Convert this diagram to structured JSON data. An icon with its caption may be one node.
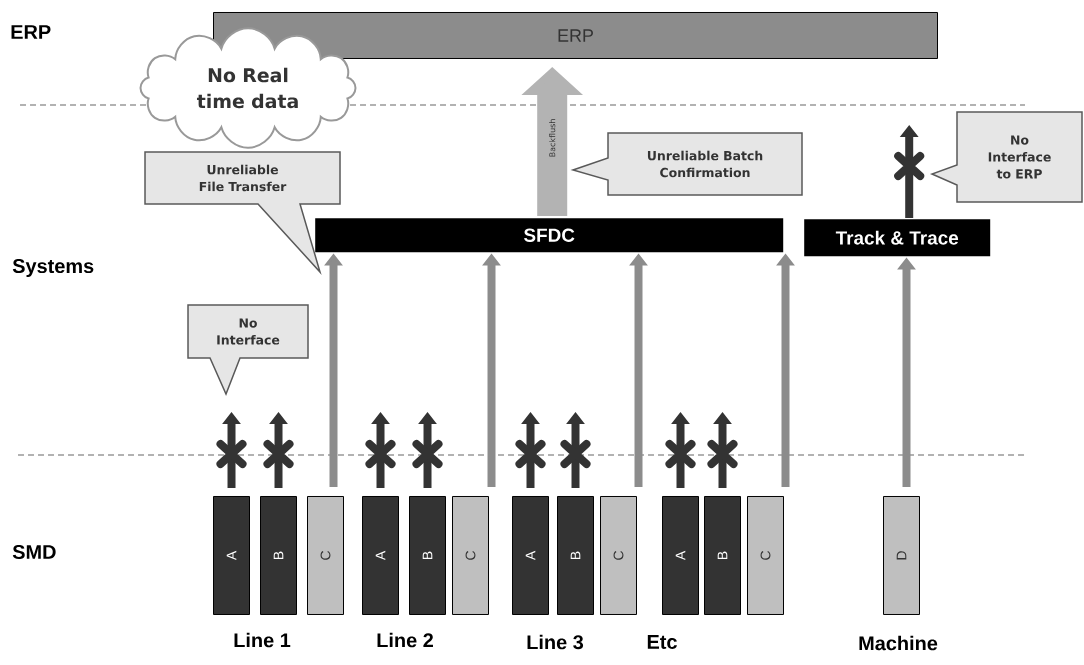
{
  "diagram": {
    "nodes": [
      {
        "text": [
          "ERP"
        ]
      },
      {
        "text": [
          "SFDC"
        ]
      },
      {
        "text": [
          "Track & Trace"
        ]
      },
      {
        "text": [
          "A"
        ]
      },
      {
        "text": [
          "B"
        ]
      },
      {
        "text": [
          "C"
        ]
      },
      {
        "text": [
          "A"
        ]
      },
      {
        "text": [
          "B"
        ]
      },
      {
        "text": [
          "C"
        ]
      },
      {
        "text": [
          "A"
        ]
      },
      {
        "text": [
          "B"
        ]
      },
      {
        "text": [
          "C"
        ]
      },
      {
        "text": [
          "A"
        ]
      },
      {
        "text": [
          "B"
        ]
      },
      {
        "text": [
          "C"
        ]
      },
      {
        "text": [
          "D"
        ]
      },
      {
        "text": [
          "No Real time data"
        ]
      },
      {
        "text": [
          "Unreliable File Transfer"
        ]
      },
      {
        "text": [
          "Unreliable Batch Confirmation"
        ]
      },
      {
        "text": [
          "No Interface"
        ]
      },
      {
        "text": [
          "No Interface to ERP"
        ]
      }
    ],
    "edges": [
      {
        "from": 5,
        "to": 1,
        "arrow": "to",
        "color": "#8c8c8c"
      },
      {
        "from": 8,
        "to": 1,
        "arrow": "to",
        "color": "#8c8c8c"
      },
      {
        "from": 11,
        "to": 1,
        "arrow": "to",
        "color": "#8c8c8c"
      },
      {
        "from": 14,
        "to": 1,
        "arrow": "to",
        "color": "#8c8c8c"
      },
      {
        "from": 15,
        "to": 2,
        "arrow": "to",
        "color": "#8c8c8c"
      },
      {
        "from": 1,
        "to": 0,
        "arrow": "to",
        "label": "Backflush",
        "style": "thick",
        "color": "#b3b3b3"
      },
      {
        "from": 3,
        "to": null,
        "arrow": "to"
      },
      {
        "from": 4,
        "to": null,
        "arrow": "to"
      },
      {
        "from": 6,
        "to": null,
        "arrow": "to"
      },
      {
        "from": 7,
        "to": null,
        "arrow": "to"
      },
      {
        "from": 9,
        "to": null,
        "arrow": "to"
      },
      {
        "from": 10,
        "to": null,
        "arrow": "to"
      },
      {
        "from": 12,
        "to": null,
        "arrow": "to"
      },
      {
        "from": 13,
        "to": null,
        "arrow": "to"
      },
      {
        "from": 2,
        "to": null,
        "arrow": "to"
      }
    ],
    "labels": [
      "ERP",
      "Systems",
      "SMD",
      "Line 1",
      "Line 2",
      "Line 3",
      "Etc",
      "Machine"
    ]
  }
}
